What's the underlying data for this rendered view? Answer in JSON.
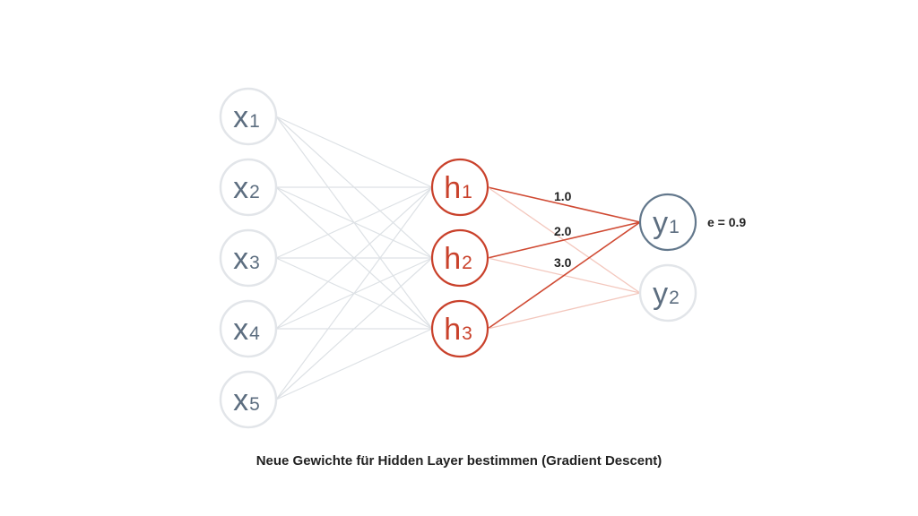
{
  "diagram": {
    "caption": "Neue Gewichte für Hidden Layer bestimmen (Gradient Descent)",
    "colors": {
      "input": "#5d6e80",
      "input_ring": "#e2e5e9",
      "hidden": "#c9412b",
      "output_active_ring": "#63788c",
      "output_inactive_ring": "#e2e5e9",
      "edge_gray": "#dde1e5",
      "edge_active": "#d04a33",
      "edge_faded": "#f3c7bd",
      "label_text": "#222222"
    },
    "input_nodes": [
      {
        "base": "x",
        "sub": "1"
      },
      {
        "base": "x",
        "sub": "2"
      },
      {
        "base": "x",
        "sub": "3"
      },
      {
        "base": "x",
        "sub": "4"
      },
      {
        "base": "x",
        "sub": "5"
      }
    ],
    "hidden_nodes": [
      {
        "base": "h",
        "sub": "1"
      },
      {
        "base": "h",
        "sub": "2"
      },
      {
        "base": "h",
        "sub": "3"
      }
    ],
    "output_nodes": [
      {
        "base": "y",
        "sub": "1",
        "active": true
      },
      {
        "base": "y",
        "sub": "2",
        "active": false
      }
    ],
    "weight_labels": [
      "1.0",
      "2.0",
      "3.0"
    ],
    "error_label": "e = 0.9"
  }
}
